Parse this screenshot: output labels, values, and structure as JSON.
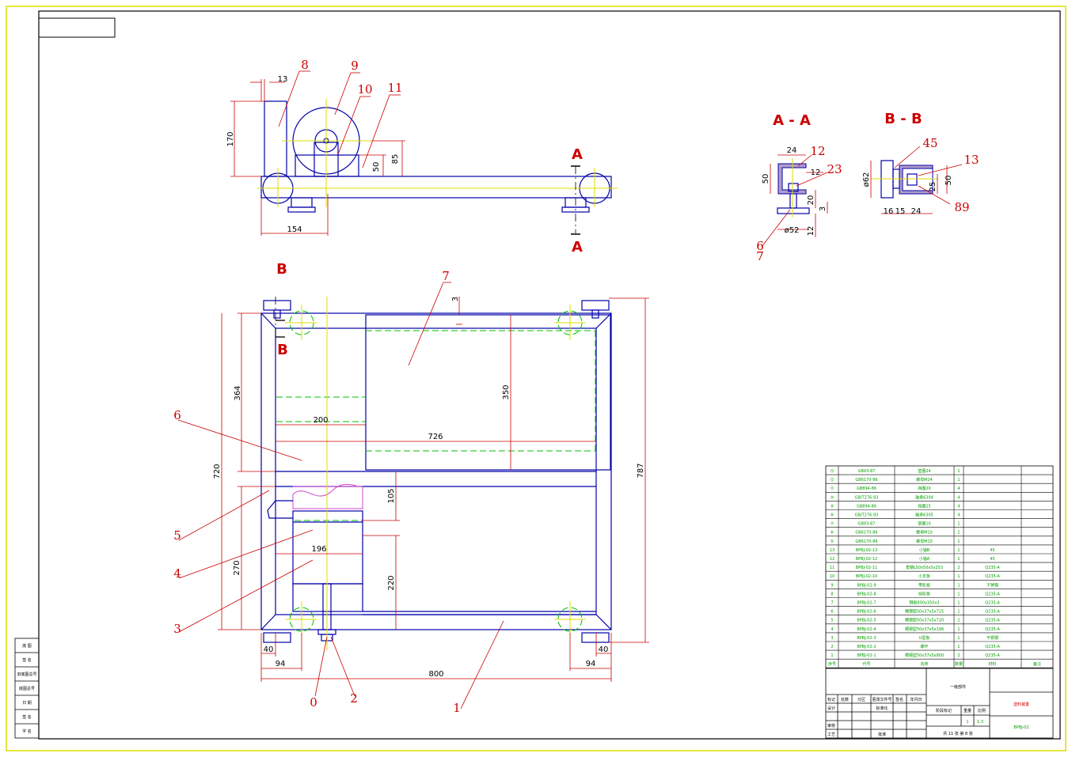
{
  "sections": {
    "aa": "A - A",
    "bb": "B - B",
    "a": "A",
    "b": "B"
  },
  "side_view": {
    "dims": [
      "13",
      "170",
      "50",
      "85",
      "154"
    ],
    "labels": [
      "8",
      "9",
      "10",
      "11"
    ]
  },
  "plan_view": {
    "dims": [
      "3",
      "364",
      "350",
      "200",
      "726",
      "720",
      "787",
      "105",
      "196",
      "270",
      "220",
      "40",
      "94",
      "800",
      "94",
      "40"
    ],
    "labels": [
      "7",
      "6",
      "5",
      "4",
      "3",
      "0",
      "2",
      "1"
    ]
  },
  "aa_view": {
    "dims": [
      "24",
      "50",
      "12",
      "20",
      "3",
      "ø52",
      "12"
    ],
    "labels": [
      "12",
      "23",
      "6",
      "7"
    ]
  },
  "bb_view": {
    "dims": [
      "ø62",
      "25",
      "50",
      "16",
      "15",
      "24"
    ],
    "labels": [
      "45",
      "13",
      "89"
    ]
  },
  "bom": {
    "rows": [
      {
        "no": "⑬",
        "code": "GB93-87",
        "name": "垫圈24",
        "qty": "1",
        "mat": ""
      },
      {
        "no": "⑫",
        "code": "GB6170-86",
        "name": "螺母M24",
        "qty": "1",
        "mat": ""
      },
      {
        "no": "⑪",
        "code": "GB894-86",
        "name": "挡圈20",
        "qty": "4",
        "mat": ""
      },
      {
        "no": "⑩",
        "code": "GB/T276-93",
        "name": "轴承6304",
        "qty": "4",
        "mat": ""
      },
      {
        "no": "⑨",
        "code": "GB894-86",
        "name": "挡圈25",
        "qty": "4",
        "mat": ""
      },
      {
        "no": "⑧",
        "code": "GB/T276-93",
        "name": "轴承6305",
        "qty": "4",
        "mat": ""
      },
      {
        "no": "⑦",
        "code": "GB93-87",
        "name": "垫圈10",
        "qty": "1",
        "mat": ""
      },
      {
        "no": "⑥",
        "code": "GB6170-86",
        "name": "螺母M10",
        "qty": "1",
        "mat": ""
      },
      {
        "no": "⑤",
        "code": "GB6170-86",
        "name": "螺母M10",
        "qty": "1",
        "mat": ""
      },
      {
        "no": "13",
        "code": "BPBJ-02-13",
        "name": "小轴B",
        "qty": "1",
        "mat": "45"
      },
      {
        "no": "12",
        "code": "BPBJ-02-12",
        "name": "小轴A",
        "qty": "1",
        "mat": "45"
      },
      {
        "no": "11",
        "code": "BPBJ-02-11",
        "name": "角钢L50x50x5x253",
        "qty": "2",
        "mat": "Q235-A"
      },
      {
        "no": "10",
        "code": "BPBJ-02-10",
        "name": "小支板",
        "qty": "1",
        "mat": "Q235-A"
      },
      {
        "no": "9",
        "code": "BPBJ-02-9",
        "name": "带轮板",
        "qty": "1",
        "mat": "不锈钢"
      },
      {
        "no": "8",
        "code": "BPBJ-02-8",
        "name": "挡轮板",
        "qty": "1",
        "mat": "Q235-A"
      },
      {
        "no": "7",
        "code": "BPBJ-02-7",
        "name": "钢板800x350x3",
        "qty": "1",
        "mat": "Q235-A"
      },
      {
        "no": "6",
        "code": "BPBJ-02-6",
        "name": "槽钢型50x37x5x725",
        "qty": "1",
        "mat": "Q235-A"
      },
      {
        "no": "5",
        "code": "BPBJ-02-5",
        "name": "槽钢型50x37x5x720",
        "qty": "2",
        "mat": "Q235-A"
      },
      {
        "no": "4",
        "code": "BPBJ-02-4",
        "name": "槽钢型50x37x5x196",
        "qty": "1",
        "mat": "Q235-A"
      },
      {
        "no": "3",
        "code": "BPBJ-02-3",
        "name": "U型板",
        "qty": "1",
        "mat": "不锈钢"
      },
      {
        "no": "2",
        "code": "BPBJ-02-2",
        "name": "螺杆",
        "qty": "1",
        "mat": "Q235-A"
      },
      {
        "no": "1",
        "code": "BPBJ-02-1",
        "name": "槽钢型50x37x5x800",
        "qty": "2",
        "mat": "Q235-A"
      }
    ],
    "header": {
      "no": "序号",
      "code": "代号",
      "name": "名称",
      "qty": "数量",
      "mat": "材料",
      "note": "备注"
    }
  },
  "title_block": {
    "drawing_name": "一级部件",
    "part_name": "送料装置",
    "drawing_no": "BPBJ-02",
    "scale": "1:3",
    "qty": "1",
    "sheet_info": "共 11 张   第 8 张",
    "f_mark": "标记",
    "f_count": "处数",
    "f_zone": "分区",
    "f_docno": "更改文件号",
    "f_sign": "签名",
    "f_date": "年月日",
    "f_design": "设计",
    "f_std": "标准化",
    "f_stage": "阶段标记",
    "f_weight": "重量",
    "f_ratio": "比例",
    "f_audit": "审核",
    "f_process": "工艺",
    "f_approve": "批准"
  },
  "left_strip": [
    "底 图",
    "签 名",
    "旧底图总号",
    "底图总号",
    "日 期",
    "签 名",
    "字 名"
  ]
}
